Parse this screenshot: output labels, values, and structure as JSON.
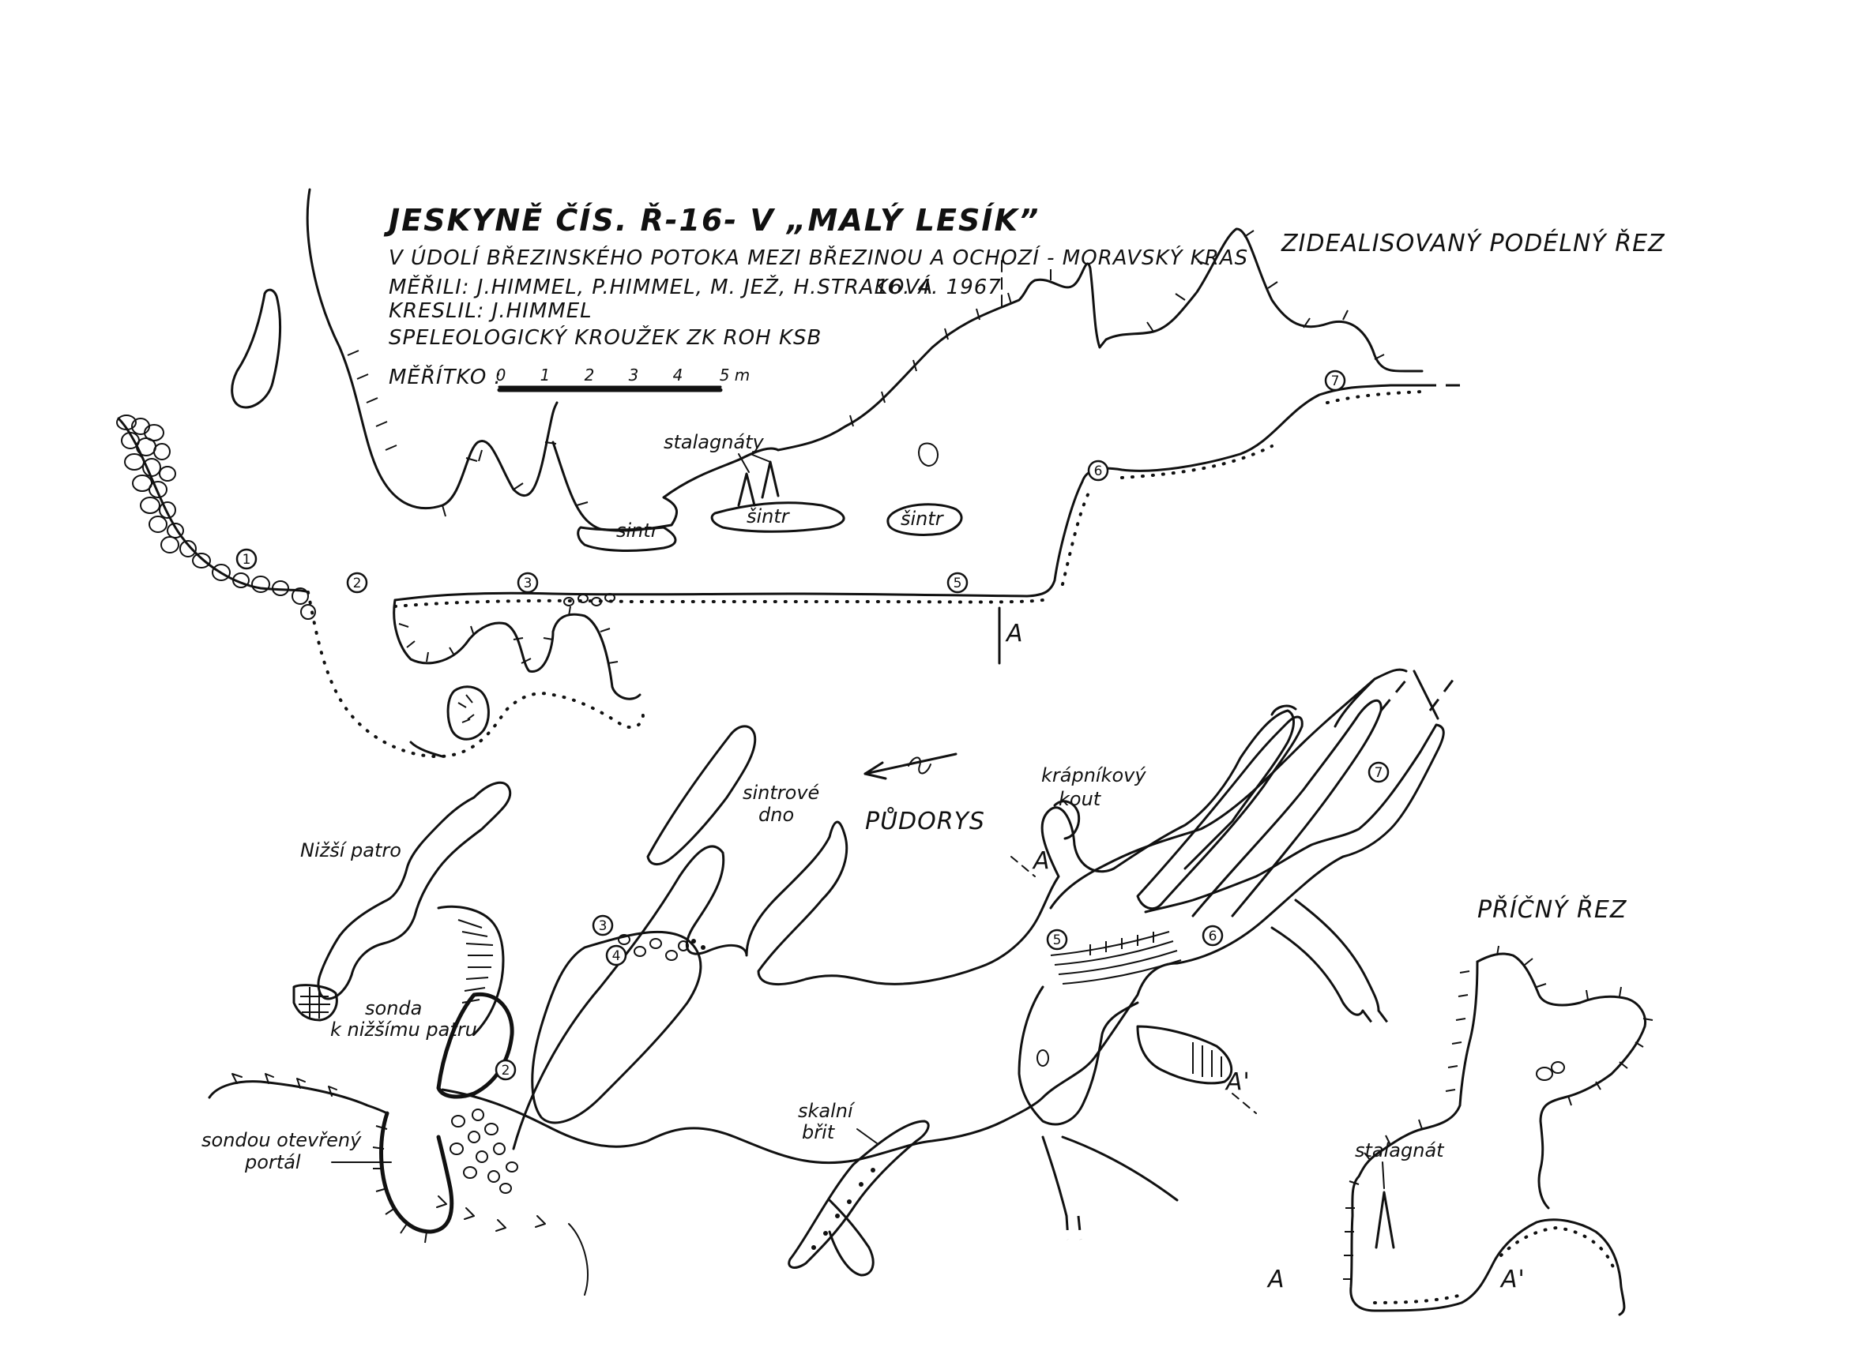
{
  "header": {
    "title": "JESKYNĚ ČÍS. Ř-16- V „MALÝ LESÍK”",
    "location": "V ÚDOLÍ BŘEZINSKÉHO POTOKA MEZI BŘEZINOU A OCHOZÍ - MORAVSKÝ KRAS",
    "surveyors": "MĚŘILI: J.HIMMEL, P.HIMMEL, M. JEŽ, H.STRAKOVÁ",
    "date": "16. 4. 1967",
    "drawn_by": "KRESLIL: J.HIMMEL",
    "club": "SPELEOLOGICKÝ KROUŽEK ZK ROH KSB"
  },
  "scale": {
    "label": "MĚŘÍTKO :",
    "ticks": [
      "0",
      "1",
      "2",
      "3",
      "4",
      "5 m"
    ]
  },
  "profile": {
    "title": "ZIDEALISOVANÝ PODÉLNÝ ŘEZ",
    "labels": {
      "stalagmites": "stalagnáty",
      "sinter_1": "sintr",
      "sinter_2": "šintr",
      "sinter_3": "šintr"
    },
    "section_mark": "A",
    "stations": [
      "1",
      "2",
      "3",
      "5",
      "6",
      "7"
    ]
  },
  "plan": {
    "title": "PŮDORYS",
    "labels": {
      "lower_level": "Nižší patro",
      "probe_line1": "sonda",
      "probe_line2": "k nižšímu patru",
      "portal_line1": "sondou otevřený",
      "portal_line2": "portál",
      "sinter_floor_line1": "sintrové",
      "sinter_floor_line2": "dno",
      "dripstone_line1": "krápníkový",
      "dripstone_line2": "kout",
      "rock_blade_line1": "skalní",
      "rock_blade_line2": "břit"
    },
    "section_marks": {
      "a": "A",
      "a_prime": "A'"
    },
    "stations": [
      "2",
      "3",
      "4",
      "5",
      "6",
      "7"
    ]
  },
  "cross_section": {
    "title": "PŘÍČNÝ ŘEZ",
    "label_stalagmite": "stalagnát",
    "mark_left": "A",
    "mark_right": "A'"
  }
}
